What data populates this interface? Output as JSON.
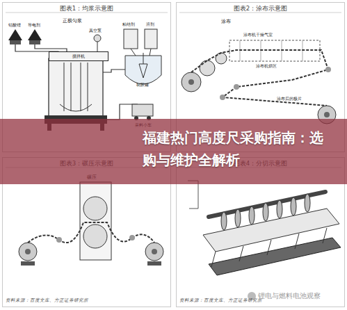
{
  "diagram": {
    "title": "福建热门高度尺采购指南：选购与维护全解析",
    "nodes": [
      {
        "text": [
          "图表1：均浆示意图"
        ]
      },
      {
        "text": [
          "搅拌机"
        ],
        "in": 0
      },
      {
        "text": [
          "图表2：涂布示意图"
        ]
      },
      {
        "text": [
          "图表3：碾压示意图"
        ]
      },
      {
        "text": [
          "图表4：分切示意图"
        ]
      }
    ],
    "labels": [
      "钴酸锂",
      "导电剂",
      "正极匀浆",
      "真空泵",
      "粘结剂",
      "溶剂",
      "制胶罐",
      "采料小车",
      "涂布",
      "涂布机干燥气室",
      "涂布机烘区",
      "涂布后的极片",
      "碾压",
      "资料来源：百度文库、方正证券研究所",
      "资料来源：百度文库、方正证券研究所",
      "锂电与燃料电池观察"
    ]
  }
}
